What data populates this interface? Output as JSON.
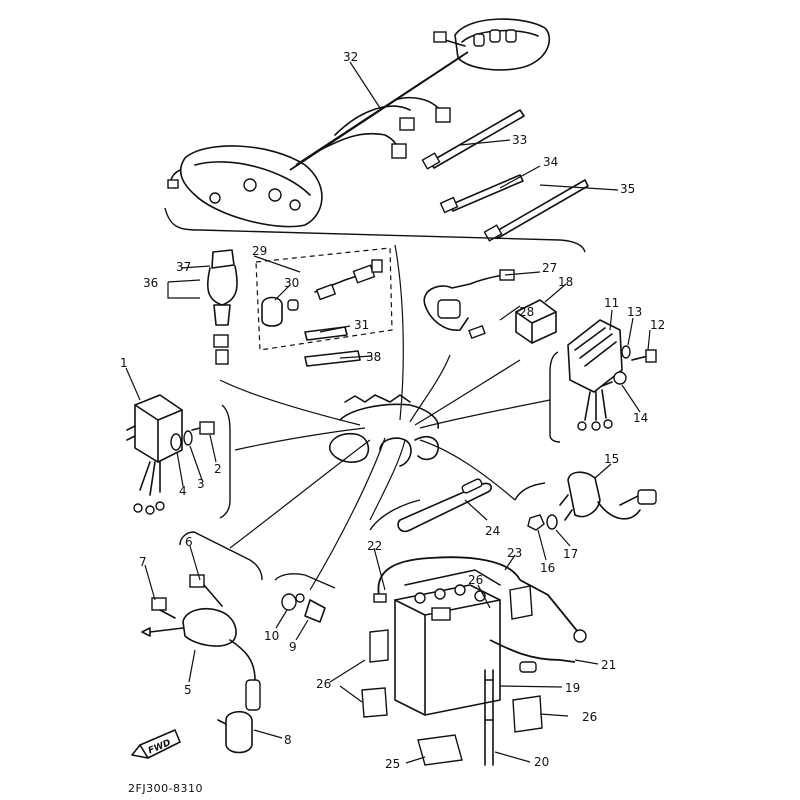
{
  "drawing_code": "2FJ300-8310",
  "fwd_label": "FWD",
  "callouts": [
    {
      "id": "1",
      "text": "1"
    },
    {
      "id": "2",
      "text": "2"
    },
    {
      "id": "3",
      "text": "3"
    },
    {
      "id": "4",
      "text": "4"
    },
    {
      "id": "5",
      "text": "5"
    },
    {
      "id": "6",
      "text": "6"
    },
    {
      "id": "7",
      "text": "7"
    },
    {
      "id": "8",
      "text": "8"
    },
    {
      "id": "9",
      "text": "9"
    },
    {
      "id": "10",
      "text": "10"
    },
    {
      "id": "11",
      "text": "11"
    },
    {
      "id": "12",
      "text": "12"
    },
    {
      "id": "13",
      "text": "13"
    },
    {
      "id": "14",
      "text": "14"
    },
    {
      "id": "15",
      "text": "15"
    },
    {
      "id": "16",
      "text": "16"
    },
    {
      "id": "17",
      "text": "17"
    },
    {
      "id": "18",
      "text": "18"
    },
    {
      "id": "19",
      "text": "19"
    },
    {
      "id": "20",
      "text": "20"
    },
    {
      "id": "21",
      "text": "21"
    },
    {
      "id": "22",
      "text": "22"
    },
    {
      "id": "23",
      "text": "23"
    },
    {
      "id": "24",
      "text": "24"
    },
    {
      "id": "25",
      "text": "25"
    },
    {
      "id": "26a",
      "text": "26"
    },
    {
      "id": "26b",
      "text": "26"
    },
    {
      "id": "26c",
      "text": "26"
    },
    {
      "id": "27",
      "text": "27"
    },
    {
      "id": "28",
      "text": "28"
    },
    {
      "id": "29",
      "text": "29"
    },
    {
      "id": "30",
      "text": "30"
    },
    {
      "id": "31",
      "text": "31"
    },
    {
      "id": "32",
      "text": "32"
    },
    {
      "id": "33",
      "text": "33"
    },
    {
      "id": "34",
      "text": "34"
    },
    {
      "id": "35",
      "text": "35"
    },
    {
      "id": "36",
      "text": "36"
    },
    {
      "id": "37",
      "text": "37"
    },
    {
      "id": "38",
      "text": "38"
    }
  ]
}
